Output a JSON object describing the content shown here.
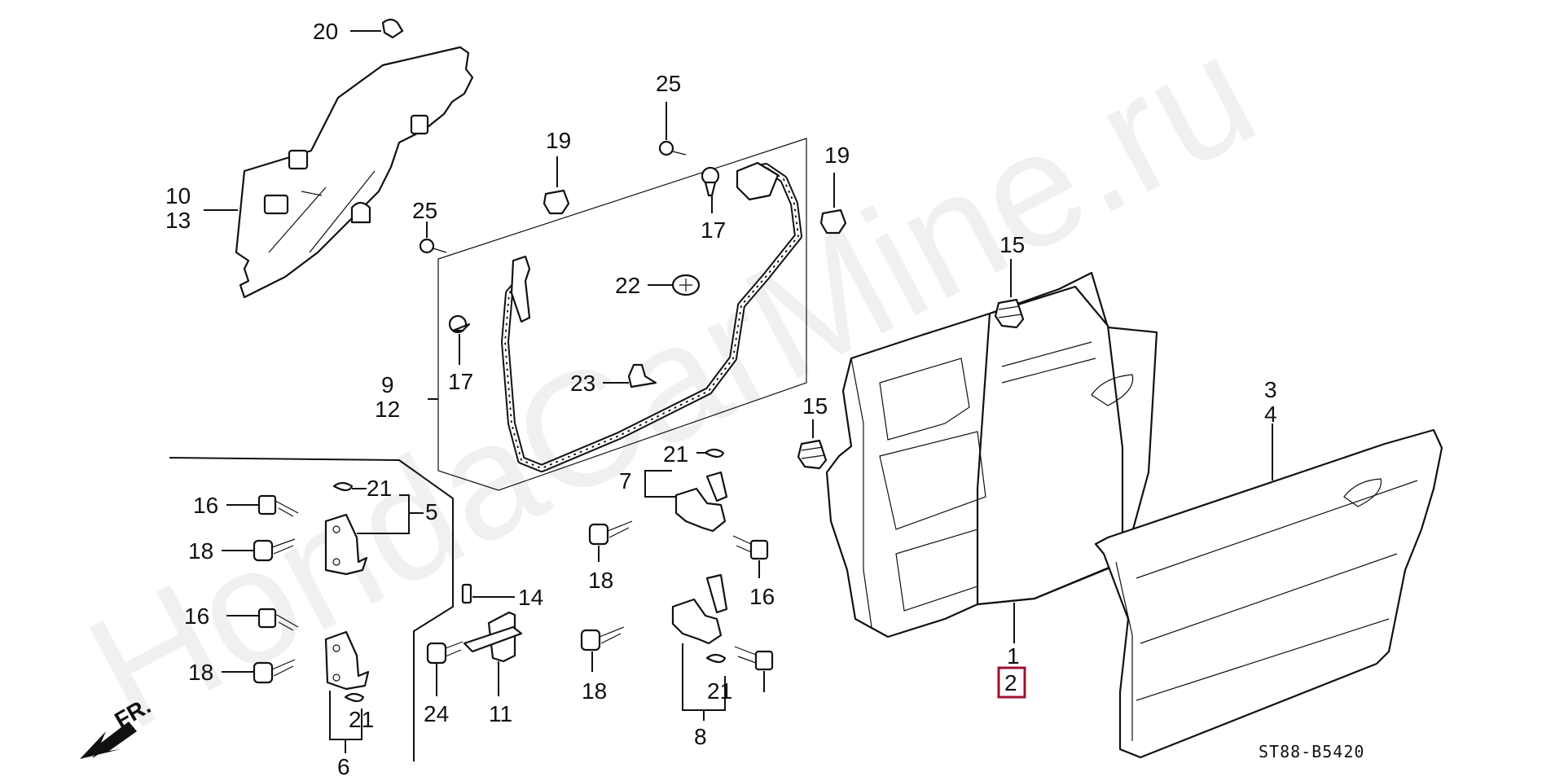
{
  "watermark": "HondaCarMine.ru",
  "diagram_code": "ST88-B5420",
  "direction_label": "FR.",
  "callouts": {
    "c20": "20",
    "c10": "10",
    "c13": "13",
    "c25a": "25",
    "c25b": "25",
    "c19a": "19",
    "c19b": "19",
    "c17a": "17",
    "c17b": "17",
    "c22": "22",
    "c23": "23",
    "c9": "9",
    "c12": "12",
    "c15a": "15",
    "c15b": "15",
    "c3": "3",
    "c4": "4",
    "c1": "1",
    "c2": "2",
    "c21a": "21",
    "c21b": "21",
    "c21c": "21",
    "c21d": "21",
    "c7": "7",
    "c5": "5",
    "c16a": "16",
    "c16b": "16",
    "c16c": "16",
    "c18a": "18",
    "c18b": "18",
    "c18c": "18",
    "c18d": "18",
    "c14": "14",
    "c24": "24",
    "c11": "11",
    "c6": "6",
    "c8": "8"
  },
  "highlighted_part": "2"
}
